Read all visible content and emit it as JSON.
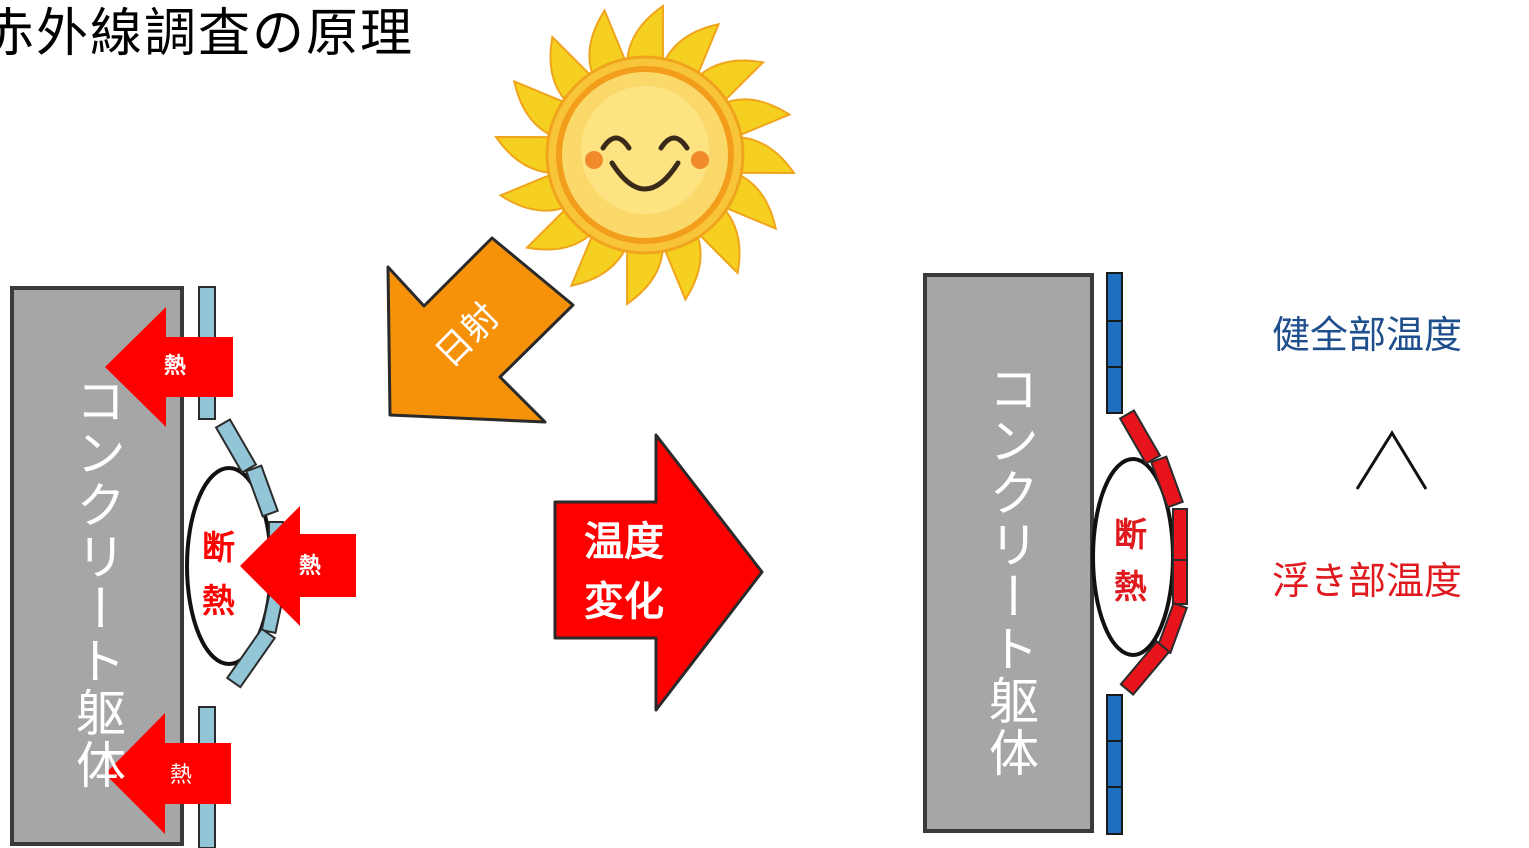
{
  "title": "赤外線調査の原理",
  "left_panel": {
    "wall_label": "コンクリート躯体",
    "insulation_label_1": "断",
    "insulation_label_2": "熱",
    "heat_label": "熱",
    "heat_label_middle": "熱",
    "heat_label_bottom": "熱"
  },
  "solar_label": "日射",
  "change_arrow": {
    "line1": "温度",
    "line2": "変化"
  },
  "right_panel": {
    "wall_label": "コンクリート躯体",
    "insulation_label_1": "断",
    "insulation_label_2": "熱"
  },
  "comparison": {
    "sound_temp": "健全部温度",
    "symbol": "＞",
    "float_temp": "浮き部温度"
  },
  "colors": {
    "wall": "#a6a6a6",
    "tile_cool": "#92c5d6",
    "tile_sound": "#1f6fc0",
    "tile_hot": "#e8141b",
    "heat_arrow": "#ff0000",
    "solar_arrow": "#f5920a",
    "sound_text": "#1f4e8c",
    "float_text": "#e0191f"
  },
  "icons": [
    "sun-icon",
    "solar-radiation-arrow",
    "heat-arrow-icon",
    "temperature-change-arrow"
  ]
}
